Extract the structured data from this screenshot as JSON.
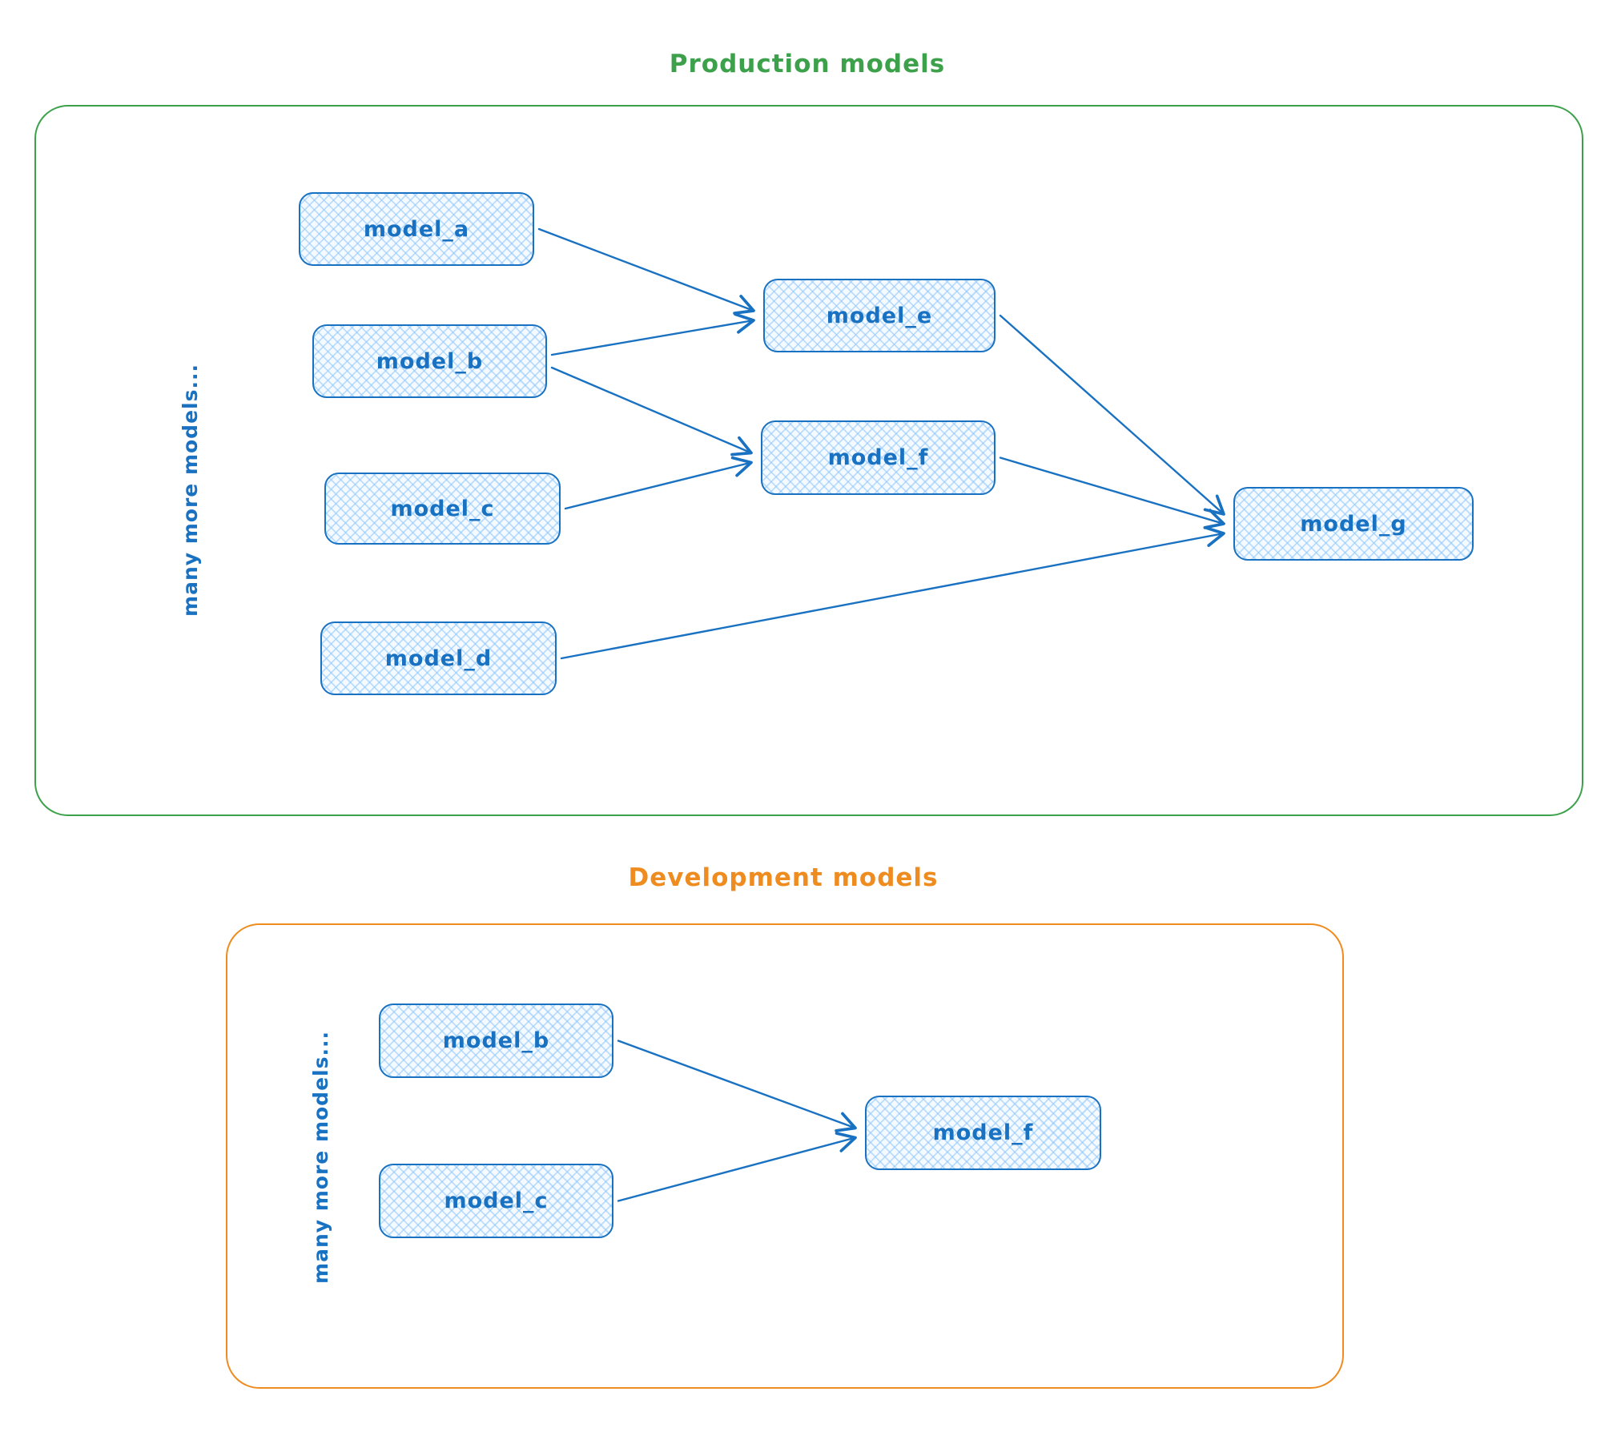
{
  "diagram": {
    "style": {
      "node_stroke_color": "#1971c2",
      "node_fill_color": "#d7eafc",
      "production_accent_color": "#3da14b",
      "development_accent_color": "#ef8c1f"
    },
    "sections": [
      {
        "id": "production",
        "title": "Production models",
        "side_label": "many more models...",
        "nodes": [
          {
            "id": "prod_model_a",
            "label": "model_a"
          },
          {
            "id": "prod_model_b",
            "label": "model_b"
          },
          {
            "id": "prod_model_c",
            "label": "model_c"
          },
          {
            "id": "prod_model_d",
            "label": "model_d"
          },
          {
            "id": "prod_model_e",
            "label": "model_e"
          },
          {
            "id": "prod_model_f",
            "label": "model_f"
          },
          {
            "id": "prod_model_g",
            "label": "model_g"
          }
        ],
        "edges": [
          {
            "from": "prod_model_a",
            "to": "prod_model_e"
          },
          {
            "from": "prod_model_b",
            "to": "prod_model_e"
          },
          {
            "from": "prod_model_b",
            "to": "prod_model_f"
          },
          {
            "from": "prod_model_c",
            "to": "prod_model_f"
          },
          {
            "from": "prod_model_e",
            "to": "prod_model_g"
          },
          {
            "from": "prod_model_f",
            "to": "prod_model_g"
          },
          {
            "from": "prod_model_d",
            "to": "prod_model_g"
          }
        ]
      },
      {
        "id": "development",
        "title": "Development models",
        "side_label": "many more models...",
        "nodes": [
          {
            "id": "dev_model_b",
            "label": "model_b"
          },
          {
            "id": "dev_model_c",
            "label": "model_c"
          },
          {
            "id": "dev_model_f",
            "label": "model_f"
          }
        ],
        "edges": [
          {
            "from": "dev_model_b",
            "to": "dev_model_f"
          },
          {
            "from": "dev_model_c",
            "to": "dev_model_f"
          }
        ]
      }
    ]
  }
}
